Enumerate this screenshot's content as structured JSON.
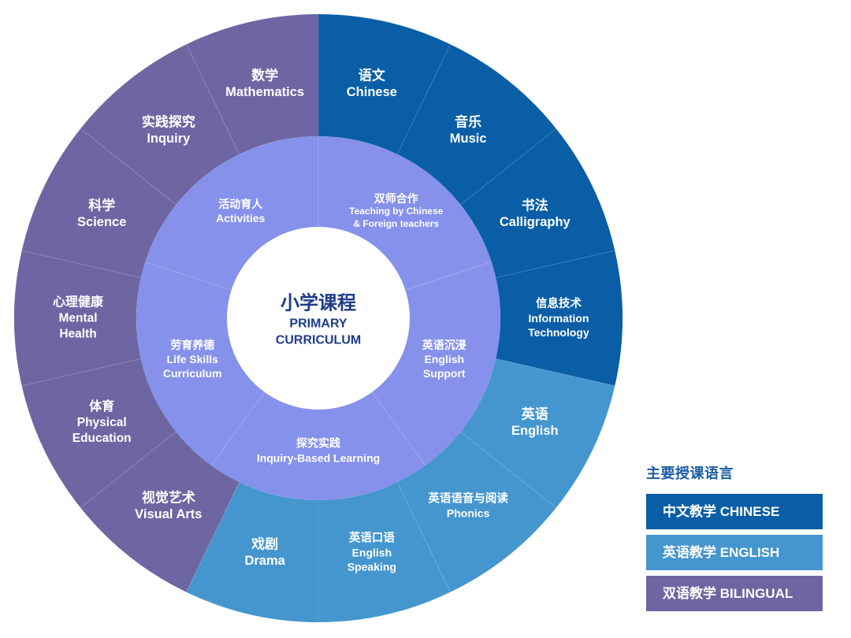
{
  "center": {
    "lines": [
      "小学课程",
      "PRIMARY",
      "CURRICULUM"
    ],
    "text_color": "#1e3b8b",
    "fill": "#ffffff"
  },
  "languages": {
    "chinese": {
      "color": "#0a5ea6"
    },
    "english": {
      "color": "#4596cf"
    },
    "bilingual": {
      "color": "#6d66a3"
    }
  },
  "inner_ring": {
    "color": "#8591ea",
    "segments": [
      {
        "lines": [
          "双师合作",
          "Teaching by Chinese",
          "& Foreign teachers"
        ]
      },
      {
        "lines": [
          "英语沉浸",
          "English",
          "Support"
        ]
      },
      {
        "lines": [
          "探究实践",
          "Inquiry-Based Learning"
        ]
      },
      {
        "lines": [
          "劳育养德",
          "Life Skills",
          "Curriculum"
        ]
      },
      {
        "lines": [
          "活动育人",
          "Activities"
        ]
      }
    ]
  },
  "outer_ring": {
    "segments": [
      {
        "language": "chinese",
        "lines": [
          "语文",
          "Chinese"
        ]
      },
      {
        "language": "chinese",
        "lines": [
          "音乐",
          "Music"
        ]
      },
      {
        "language": "chinese",
        "lines": [
          "书法",
          "Calligraphy"
        ]
      },
      {
        "language": "chinese",
        "lines": [
          "信息技术",
          "Information",
          "Technology"
        ]
      },
      {
        "language": "english",
        "lines": [
          "英语",
          "English"
        ]
      },
      {
        "language": "english",
        "lines": [
          "英语语音与阅读",
          "Phonics"
        ]
      },
      {
        "language": "english",
        "lines": [
          "英语口语",
          "English",
          "Speaking"
        ]
      },
      {
        "language": "english",
        "lines": [
          "戏剧",
          "Drama"
        ]
      },
      {
        "language": "bilingual",
        "lines": [
          "视觉艺术",
          "Visual Arts"
        ]
      },
      {
        "language": "bilingual",
        "lines": [
          "体育",
          "Physical",
          "Education"
        ]
      },
      {
        "language": "bilingual",
        "lines": [
          "心理健康",
          "Mental",
          "Health"
        ]
      },
      {
        "language": "bilingual",
        "lines": [
          "科学",
          "Science"
        ]
      },
      {
        "language": "bilingual",
        "lines": [
          "实践探究",
          "Inquiry"
        ]
      },
      {
        "language": "bilingual",
        "lines": [
          "数学",
          "Mathematics"
        ]
      }
    ]
  },
  "legend": {
    "title": "主要授课语言",
    "title_color": "#1a5da4",
    "items": [
      {
        "language": "chinese",
        "label": "中文教学 CHINESE"
      },
      {
        "language": "english",
        "label": "英语教学 ENGLISH"
      },
      {
        "language": "bilingual",
        "label": "双语教学 BILINGUAL"
      }
    ]
  }
}
